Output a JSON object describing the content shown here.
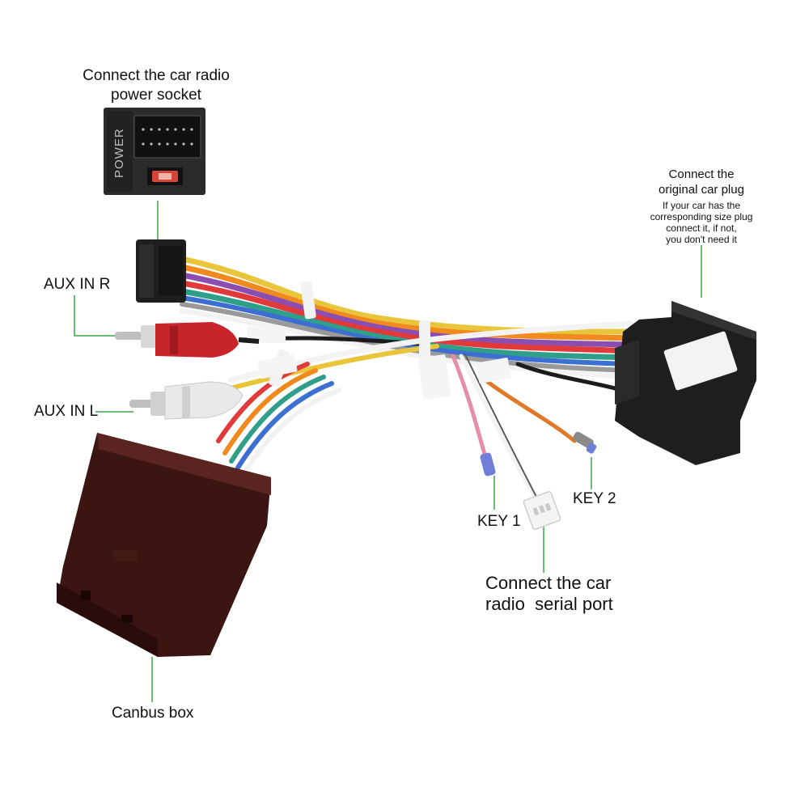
{
  "labels": {
    "power_socket": [
      "Connect the car radio",
      "power socket"
    ],
    "power_marking": "POWER",
    "original_plug_title": [
      "Connect the",
      "original car plug"
    ],
    "original_plug_note": [
      "If your car has the",
      "corresponding size plug",
      "connect it, if not,",
      "you don't need it"
    ],
    "aux_r": "AUX IN R",
    "aux_l": "AUX IN L",
    "key1": "KEY 1",
    "key2": "KEY 2",
    "serial_port": [
      "Connect the car",
      "radio  serial port"
    ],
    "canbus": "Canbus box"
  },
  "colors": {
    "leader_line": "#3aa64a",
    "connector_black": "#1e1e1e",
    "canbus_box": "#3b1512",
    "rca_red": "#c8252a",
    "rca_white": "#e9e9e9"
  }
}
